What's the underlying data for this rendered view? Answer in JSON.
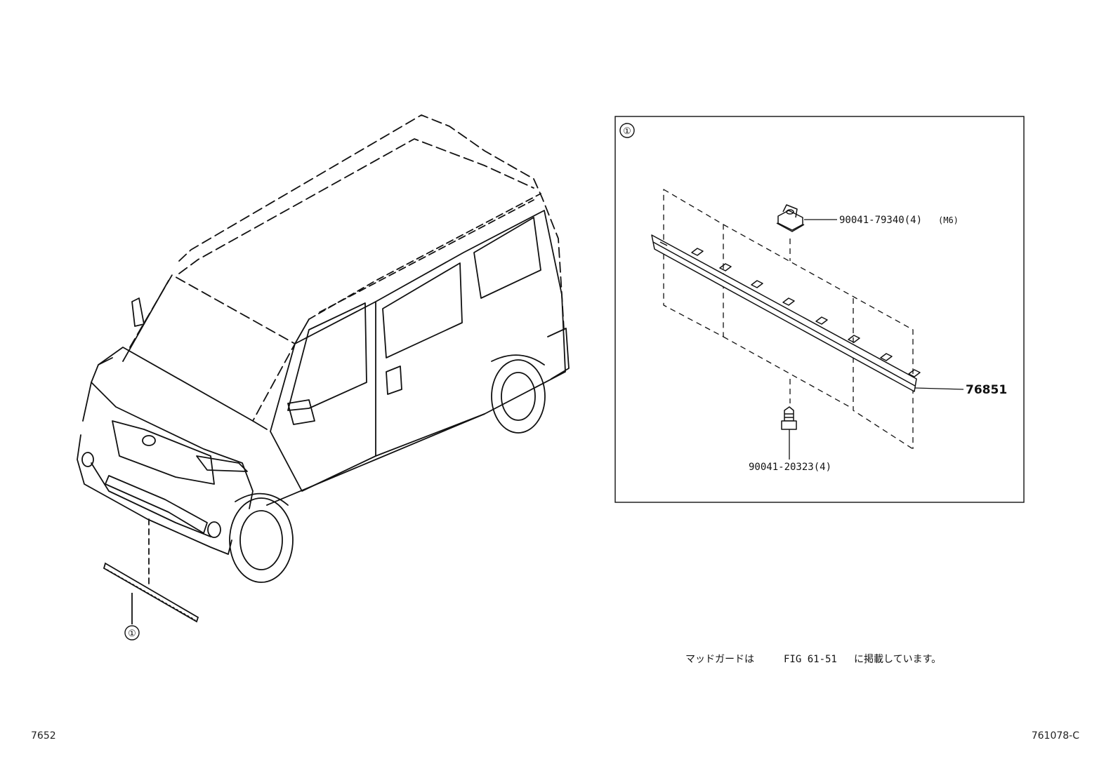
{
  "callout": {
    "symbol": "①"
  },
  "parts": {
    "nut": "90041-79340(4)",
    "nut_size": "(M6)",
    "molding": "76851",
    "bolt": "90041-20323(4)"
  },
  "note": {
    "pre": "マッドガードは",
    "fig": "FIG 61-51",
    "post": "に掲載しています。"
  },
  "footer": {
    "left_code": "7652",
    "right_code": "761078-C"
  }
}
